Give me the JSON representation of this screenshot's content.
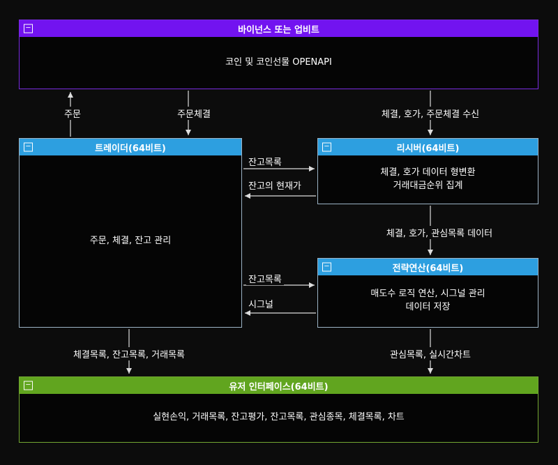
{
  "boxes": {
    "exchange": {
      "title": "바이넌스 또는 업비트",
      "body": "코인 및 코인선물 OPENAPI"
    },
    "trader": {
      "title": "트레이더(64비트)",
      "body": "주문, 체결, 잔고 관리"
    },
    "receiver": {
      "title": "리시버(64비트)",
      "body_line1": "체결, 호가 데이터 형변환",
      "body_line2": "거래대금순위 집계"
    },
    "strategy": {
      "title": "전략연산(64비트)",
      "body_line1": "매도수 로직 연산, 시그널 관리",
      "body_line2": "데이터 저장"
    },
    "ui": {
      "title": "유저 인터페이스(64비트)",
      "body": "실현손익, 거래목록, 잔고평가, 잔고목록, 관심종목, 체결목록, 차트"
    }
  },
  "edge_labels": {
    "order": "주문",
    "order_fill": "주문체결",
    "exchange_to_receiver": "체결, 호가, 주문체결 수신",
    "balance_list_to_receiver": "잔고목록",
    "balance_current_price": "잔고의 현재가",
    "receiver_to_strategy": "체결, 호가, 관심목록 데이터",
    "balance_list_to_strategy": "잔고목록",
    "signal": "시그널",
    "trader_to_ui": "체결목록, 잔고목록, 거래목록",
    "strategy_to_ui": "관심목록, 실시간차트"
  },
  "controls": {
    "minimize": "−"
  },
  "colors": {
    "background": "#0c0c0c",
    "box_bg": "#050505",
    "purple_header": "#7213f0",
    "purple_border": "#7a2be0",
    "blue_header": "#2d9fe0",
    "blue_border": "#9db4c6",
    "green_header": "#61a51f",
    "green_border": "#74a832",
    "arrow": "#dddddd",
    "text": "#ffffff"
  }
}
